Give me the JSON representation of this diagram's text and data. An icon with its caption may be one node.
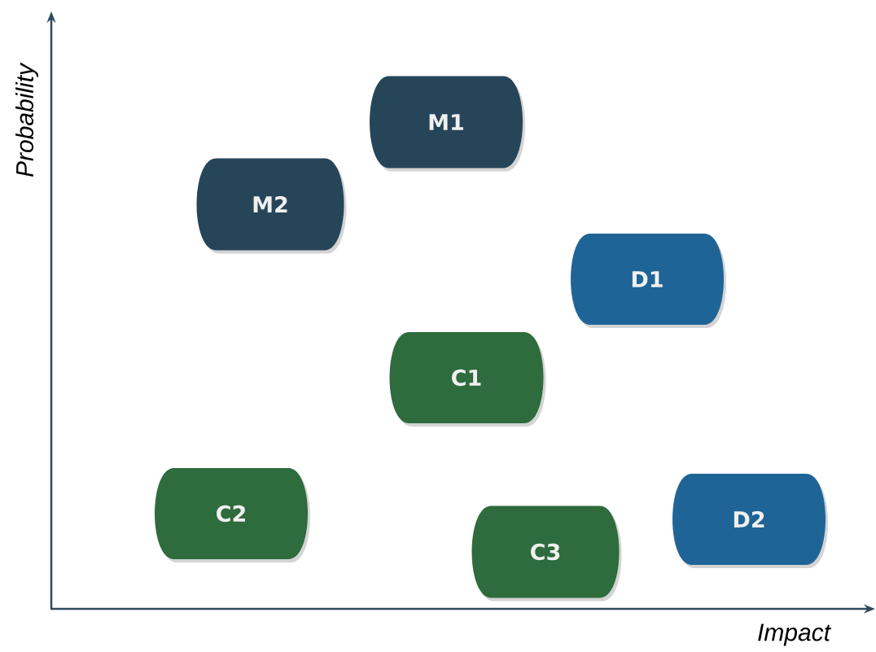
{
  "diagram": {
    "nodes": [
      {
        "text": [
          "M1"
        ]
      },
      {
        "text": [
          "M2"
        ]
      },
      {
        "text": [
          "D1"
        ]
      },
      {
        "text": [
          "C1"
        ]
      },
      {
        "text": [
          "C2"
        ]
      },
      {
        "text": [
          "C3"
        ]
      },
      {
        "text": [
          "D2"
        ]
      }
    ],
    "labels": [
      "Probability",
      "Impact"
    ]
  }
}
